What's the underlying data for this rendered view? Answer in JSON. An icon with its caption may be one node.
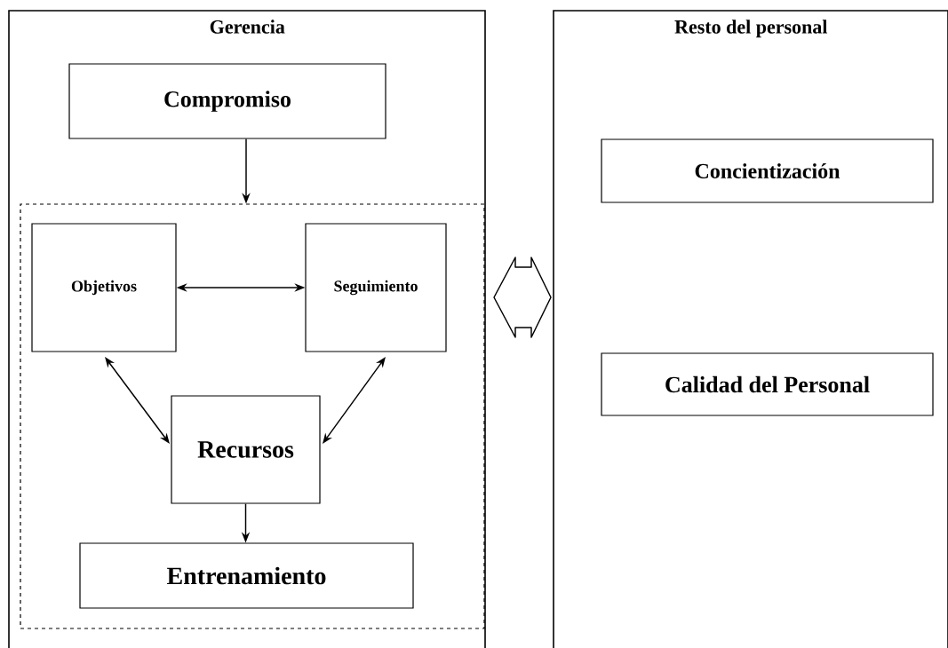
{
  "diagram": {
    "nodes": [
      {
        "text": [
          "Gerencia"
        ]
      },
      {
        "text": [
          "Compromiso"
        ],
        "in": 0
      },
      {
        "text": [],
        "shape": "box",
        "in": 0
      },
      {
        "text": [
          "Objetivos"
        ],
        "in": 2
      },
      {
        "text": [
          "Seguimiento"
        ],
        "in": 2
      },
      {
        "text": [
          "Recursos"
        ],
        "in": 2
      },
      {
        "text": [
          "Entrenamiento"
        ],
        "in": 2
      },
      {
        "text": [
          "Resto del personal"
        ]
      },
      {
        "text": [
          "Concientización"
        ],
        "in": 7
      },
      {
        "text": [
          "Calidad del Personal"
        ],
        "in": 7
      }
    ],
    "edges": [
      {
        "from": 1,
        "to": 2,
        "arrow": "to"
      },
      {
        "from": 3,
        "to": 4,
        "arrow": "both"
      },
      {
        "from": 3,
        "to": 5,
        "arrow": "both"
      },
      {
        "from": 4,
        "to": 5,
        "arrow": "both"
      },
      {
        "from": 5,
        "to": 6,
        "arrow": "to"
      },
      {
        "from": 0,
        "to": 7,
        "arrow": "both"
      }
    ]
  }
}
